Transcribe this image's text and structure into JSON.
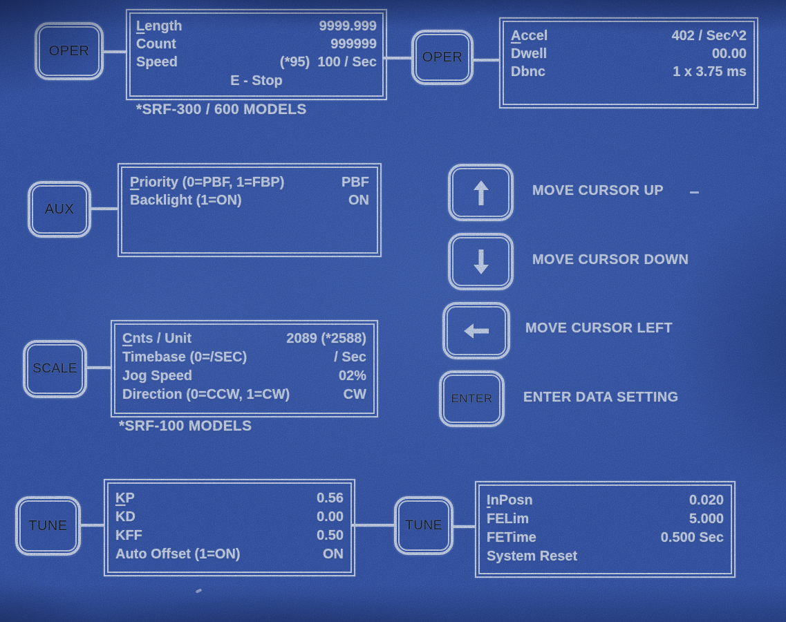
{
  "colors": {
    "panel_blue": "#2d4da5",
    "print_white": "#e9eef6"
  },
  "keys": {
    "oper1": {
      "label": "OPER"
    },
    "oper2": {
      "label": "OPER"
    },
    "aux": {
      "label": "AUX"
    },
    "scale": {
      "label": "SCALE"
    },
    "tune1": {
      "label": "TUNE"
    },
    "tune2": {
      "label": "TUNE"
    },
    "up": {
      "icon": "up-arrow",
      "desc": "MOVE CURSOR UP"
    },
    "down": {
      "icon": "down-arrow",
      "desc": "MOVE CURSOR DOWN"
    },
    "left": {
      "icon": "left-arrow",
      "desc": "MOVE CURSOR LEFT"
    },
    "enter": {
      "label": "ENTER",
      "desc": "ENTER DATA SETTING"
    }
  },
  "boxes": {
    "oper_main": {
      "rows": [
        {
          "head": "L",
          "rest": "ength",
          "value": "9999.999"
        },
        {
          "head": "",
          "rest": "Count",
          "value": "999999"
        },
        {
          "head": "",
          "rest": "Speed",
          "value": "(*95)  100 / Sec"
        }
      ],
      "center_note": "E - Stop",
      "caption": "*SRF-300 / 600 MODELS"
    },
    "oper_accel": {
      "rows": [
        {
          "head": "A",
          "rest": "ccel",
          "value": "402 / Sec^2"
        },
        {
          "head": "",
          "rest": "Dwell",
          "value": "00.00"
        },
        {
          "head": "",
          "rest": "Dbnc",
          "value": "1 x 3.75 ms"
        }
      ]
    },
    "aux": {
      "rows": [
        {
          "head": "P",
          "rest": "riority (0=PBF, 1=FBP)",
          "value": "PBF"
        },
        {
          "head": "",
          "rest": "Backlight (1=ON)",
          "value": "ON"
        }
      ]
    },
    "scale": {
      "rows": [
        {
          "head": "C",
          "rest": "nts / Unit",
          "value": "2089 (*2588)"
        },
        {
          "head": "",
          "rest": "Timebase (0=/SEC)",
          "value": "/ Sec"
        },
        {
          "head": "",
          "rest": "Jog Speed",
          "value": "02%"
        },
        {
          "head": "",
          "rest": "Direction (0=CCW, 1=CW)",
          "value": "CW"
        }
      ],
      "caption": "*SRF-100 MODELS"
    },
    "tune_gain": {
      "rows": [
        {
          "head": "K",
          "rest": "P",
          "value": "0.56"
        },
        {
          "head": "",
          "rest": "KD",
          "value": "0.00"
        },
        {
          "head": "",
          "rest": "KFF",
          "value": "0.50"
        },
        {
          "head": "",
          "rest": "Auto Offset (1=ON)",
          "value": "ON"
        }
      ]
    },
    "tune_pos": {
      "rows": [
        {
          "head": "I",
          "rest": "nPosn",
          "value": "0.020"
        },
        {
          "head": "",
          "rest": "FELim",
          "value": "5.000"
        },
        {
          "head": "",
          "rest": "FETime",
          "value": "0.500 Sec"
        },
        {
          "head": "",
          "rest": "System Reset",
          "value": ""
        }
      ]
    }
  }
}
